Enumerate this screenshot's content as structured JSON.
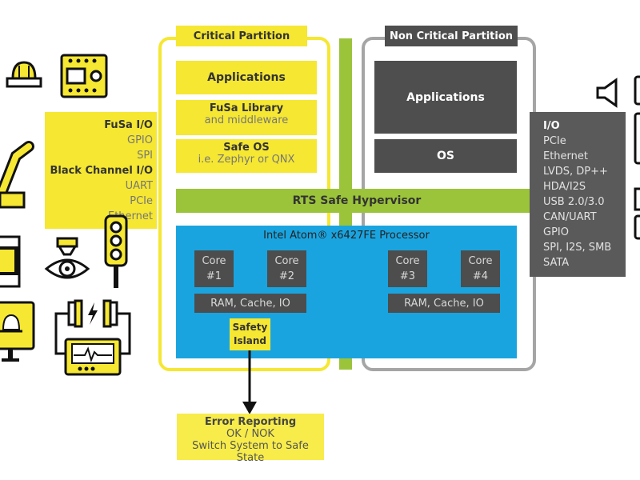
{
  "critical_partition": {
    "title": "Critical Partition",
    "applications": "Applications",
    "fusa_library": "FuSa Library",
    "fusa_library_sub": "and middleware",
    "safe_os": "Safe OS",
    "safe_os_sub": "i.e. Zephyr or QNX"
  },
  "non_critical_partition": {
    "title": "Non Critical Partition",
    "applications": "Applications",
    "os": "OS"
  },
  "hypervisor": "RTS Safe Hypervisor",
  "processor": {
    "title": "Intel Atom® x6427FE Processor",
    "cores": [
      "Core\n#1",
      "Core\n#2",
      "Core\n#3",
      "Core\n#4"
    ],
    "ram_left": "RAM, Cache, IO",
    "ram_right": "RAM, Cache, IO",
    "safety_island": "Safety\nIsland"
  },
  "error_reporting": {
    "title": "Error Reporting",
    "line1": "OK / NOK",
    "line2": "Switch System to Safe State"
  },
  "fusa_io_panel": {
    "heading1": "FuSa I/O",
    "items1": [
      "GPIO",
      "SPI"
    ],
    "heading2": "Black Channel I/O",
    "items2": [
      "UART",
      "PCIe",
      "Ethernet"
    ]
  },
  "io_panel": {
    "heading": "I/O",
    "items": [
      "PCIe",
      "Ethernet",
      "LVDS, DP++",
      "HDA/I2S",
      "USB 2.0/3.0",
      "CAN/UART",
      "GPIO",
      "SPI, I2S, SMB",
      "SATA"
    ]
  },
  "colors": {
    "yellow": "#f5e732",
    "blue": "#1aa4df",
    "green": "#9bc43a",
    "dark_gray": "#4e4e4e",
    "frame_gray": "#a5a5a5"
  },
  "icons": [
    "warning-light-icon",
    "control-panel-icon",
    "robot-arm-icon",
    "machine-icon",
    "alarm-monitor-icon",
    "eye-sensor-icon",
    "traffic-light-icon",
    "plug-monitor-icon",
    "speaker-icon",
    "device-icon"
  ]
}
